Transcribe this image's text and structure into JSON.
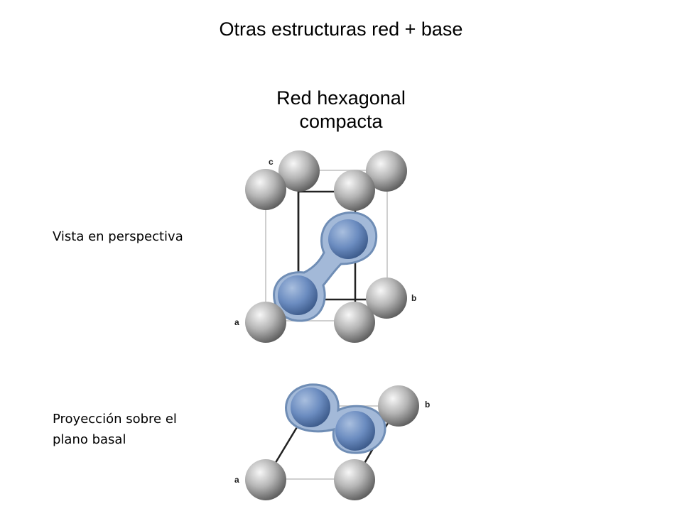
{
  "slide": {
    "title": "Otras estructuras red + base",
    "subtitle_line1": "Red hexagonal",
    "subtitle_line2": "compacta"
  },
  "labels": {
    "perspective": "Vista en perspectiva",
    "projection_line1": "Proyección sobre el",
    "projection_line2": "plano basal"
  },
  "perspective_figure": {
    "axis_c": "c",
    "axis_b": "b",
    "axis_a": "a"
  },
  "projection_figure": {
    "axis_b": "b",
    "axis_a": "a"
  },
  "colors": {
    "atom_gray": "#a9a9a9",
    "basis_blue": "#6f8fbe",
    "basis_halo": "#9fb6d6"
  }
}
